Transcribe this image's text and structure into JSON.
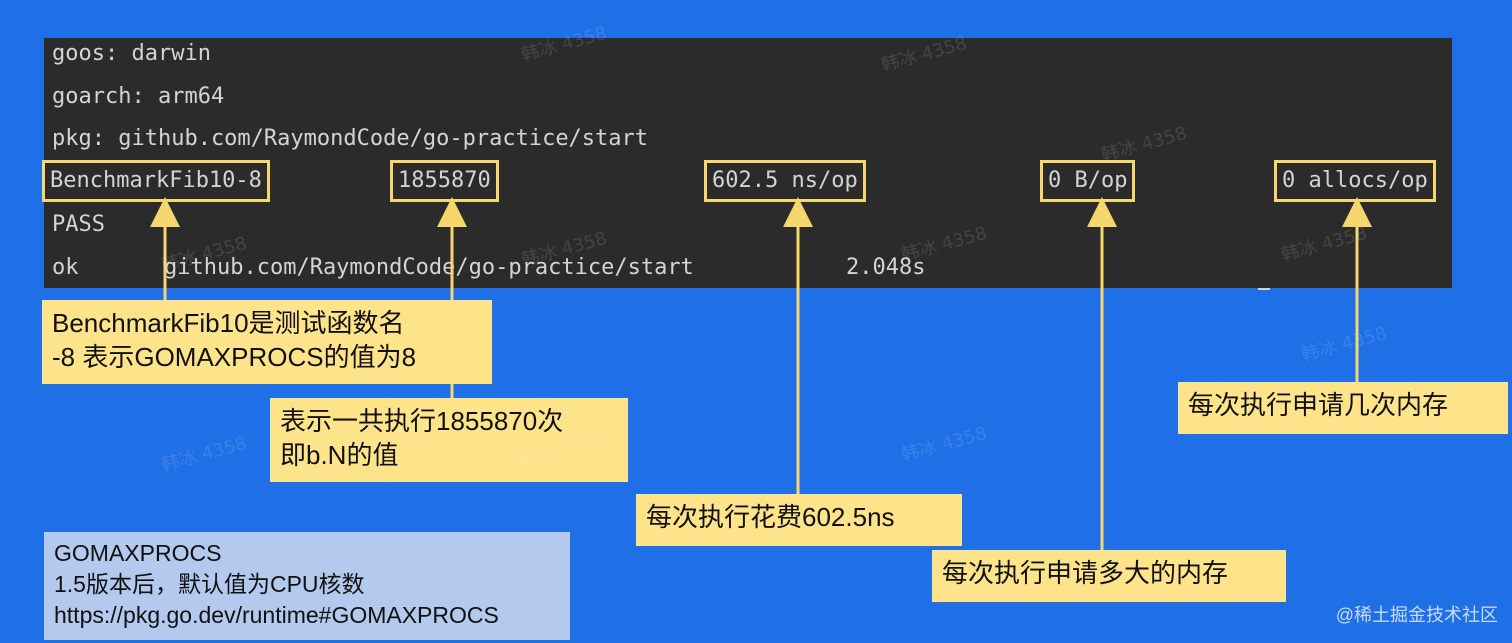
{
  "terminal": {
    "lines": {
      "goos": "goos: darwin",
      "goarch": "goarch: arm64",
      "pkg": "pkg: github.com/RaymondCode/go-practice/start",
      "pass": "PASS"
    },
    "benchmark": {
      "name": "BenchmarkFib10-8",
      "iterations": "1855870",
      "ns_per_op": "602.5 ns/op",
      "bytes_per_op": "0 B/op",
      "allocs_per_op": "0 allocs/op"
    },
    "ok_line": {
      "status": "ok",
      "package": "github.com/RaymondCode/go-practice/start",
      "duration": "2.048s"
    }
  },
  "callouts": {
    "name_line1": "BenchmarkFib10是测试函数名",
    "name_line2": "-8 表示GOMAXPROCS的值为8",
    "iter_line1": "表示一共执行1855870次",
    "iter_line2": "即b.N的值",
    "ns": "每次执行花费602.5ns",
    "bytes": "每次执行申请多大的内存",
    "allocs": "每次执行申请几次内存"
  },
  "note": {
    "line1": "GOMAXPROCS",
    "line2": "1.5版本后，默认值为CPU核数",
    "line3": "https://pkg.go.dev/runtime#GOMAXPROCS"
  },
  "watermark": "韩冰 4358",
  "credit": "@稀土掘金技术社区",
  "colors": {
    "background": "#1f6fe6",
    "terminal": "#2b2b2b",
    "highlight": "#f5d76e",
    "callout": "#fde38a",
    "note": "#b3c9ee"
  }
}
